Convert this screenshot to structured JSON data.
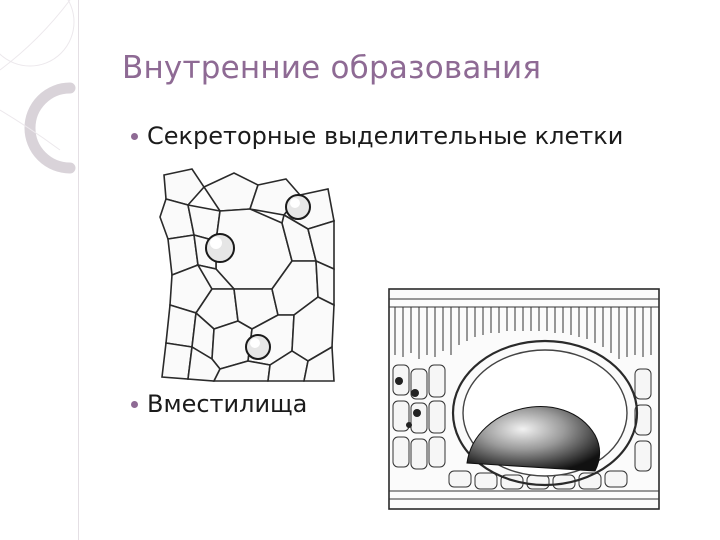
{
  "slide": {
    "title": "Внутренние образования",
    "bullets": [
      {
        "label": "Секреторные  выделительные клетки"
      },
      {
        "label": "Вместилища"
      }
    ]
  },
  "colors": {
    "title": "#8e6a94",
    "bullet_dot": "#8e6a94",
    "text": "#1b1b1b",
    "decor": "#d9d3d9"
  },
  "figures": [
    {
      "name": "secretory-cells-drawing",
      "icon": "cell-tissue-illustration"
    },
    {
      "name": "secretory-reservoir-drawing",
      "icon": "leaf-cross-section-illustration"
    }
  ]
}
